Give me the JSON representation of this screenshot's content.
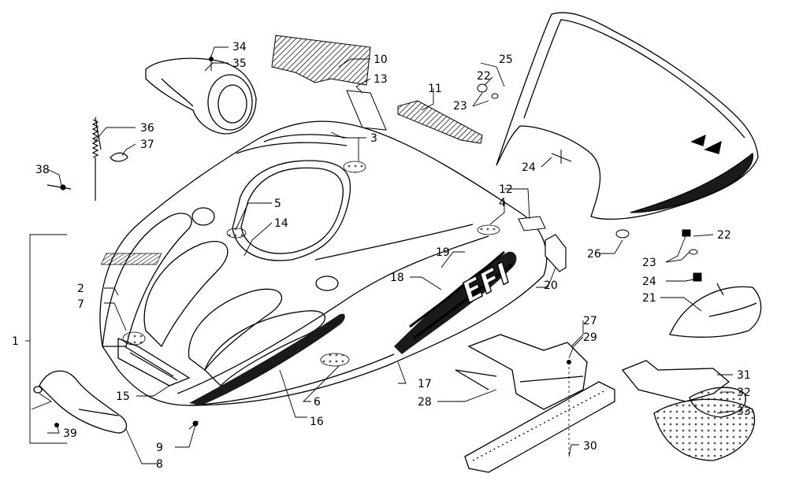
{
  "colors": {
    "ink": "#000000",
    "paper": "#ffffff",
    "fill_dark": "#1a1a1a",
    "fill_mid": "#cfcfcf",
    "fill_light": "#e6e6e6"
  },
  "hood_graphic_text": "EFI",
  "callouts": {
    "c1": "1",
    "c2": "2",
    "c3": "3",
    "c4": "4",
    "c5": "5",
    "c6": "6",
    "c7": "7",
    "c8": "8",
    "c9": "9",
    "c10": "10",
    "c11": "11",
    "c12": "12",
    "c13": "13",
    "c14": "14",
    "c15": "15",
    "c16": "16",
    "c17": "17",
    "c18": "18",
    "c19": "19",
    "c20": "20",
    "c21": "21",
    "c22a": "22",
    "c22b": "22",
    "c23a": "23",
    "c23b": "23",
    "c24a": "24",
    "c24b": "24",
    "c25": "25",
    "c26": "26",
    "c27": "27",
    "c28": "28",
    "c29": "29",
    "c30": "30",
    "c31": "31",
    "c32": "32",
    "c33": "33",
    "c34": "34",
    "c35": "35",
    "c36": "36",
    "c37": "37",
    "c38": "38",
    "c39": "39"
  }
}
